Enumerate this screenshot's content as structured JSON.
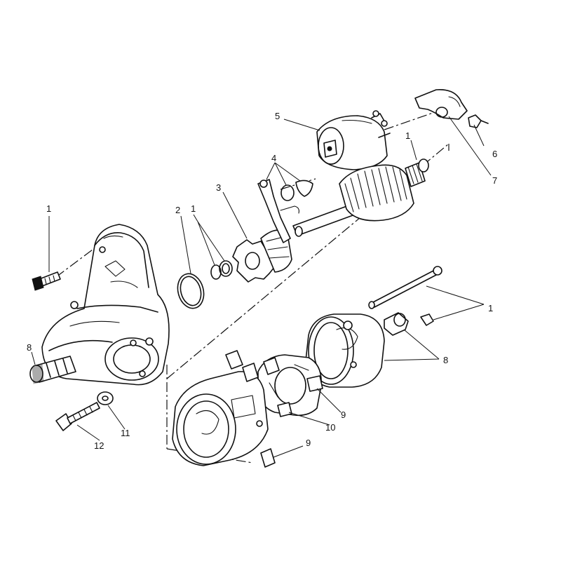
{
  "diagram": {
    "callouts": [
      {
        "id": "c1-bolt",
        "label": "1"
      },
      {
        "id": "c1-rings",
        "label": "1"
      },
      {
        "id": "c1-armature",
        "label": "1"
      },
      {
        "id": "c1-throughbolt",
        "label": "1"
      },
      {
        "id": "c2",
        "label": "2"
      },
      {
        "id": "c3",
        "label": "3"
      },
      {
        "id": "c4",
        "label": "4"
      },
      {
        "id": "c5",
        "label": "5"
      },
      {
        "id": "c6",
        "label": "6"
      },
      {
        "id": "c7",
        "label": "7"
      },
      {
        "id": "c8-left",
        "label": "8"
      },
      {
        "id": "c8-right",
        "label": "8"
      },
      {
        "id": "c9-upper",
        "label": "9"
      },
      {
        "id": "c9-lower",
        "label": "9"
      },
      {
        "id": "c10",
        "label": "10"
      },
      {
        "id": "c11",
        "label": "11"
      },
      {
        "id": "c12",
        "label": "12"
      }
    ]
  }
}
